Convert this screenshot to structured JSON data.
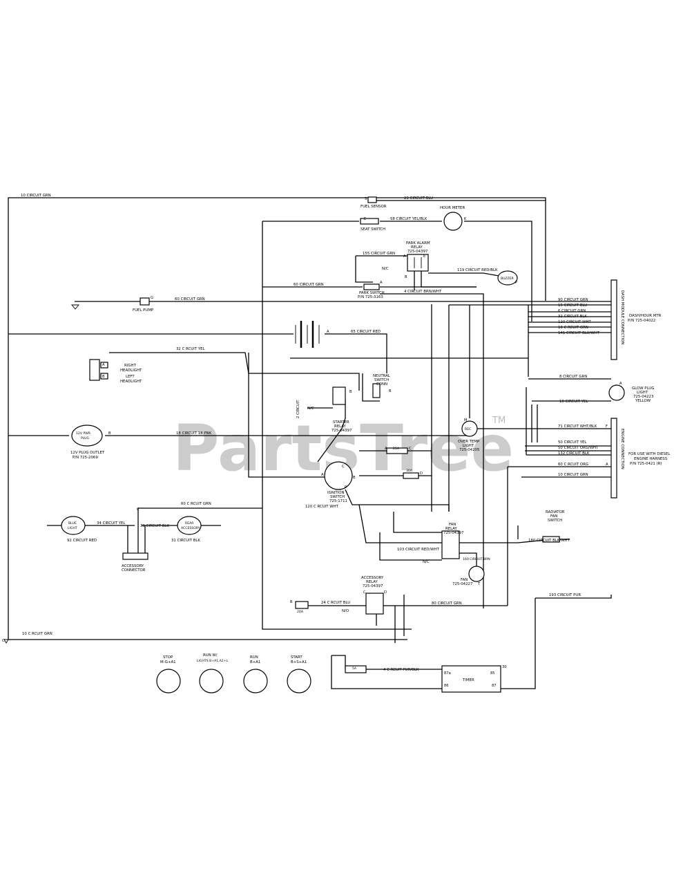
{
  "watermark": {
    "text": "PartsTree",
    "tm": "TM"
  },
  "wire_labels": {
    "w10_top": "10 CIRCUIT GRN",
    "w23": "23 CIRCUIT BLU",
    "w58": "58 CIRCUIT YEL/BLK",
    "w155": "155 CIRCUIT GRN",
    "w119": "119 CIRCUIT RED/BLK",
    "w60_park": "60 CIRCUIT GRN",
    "w4_brnwht": "4 CIRCUIT BRN/WHT",
    "w60_fuel": "60 CIRCUIT GRN",
    "w90": "90 CIRCUIT GRN",
    "w15": "15 CIRCUIT BLU",
    "w6": "6 CIRCUIT GRN",
    "w32_blk": "32 CIRCUIT BLK",
    "w120": "120 CIRCUIT WHT",
    "w10_grn_dash": "10 C RCUIT GRN",
    "w141": "141 CIRCUIT BLU/WHT",
    "w65": "65 CIRCUIT RED",
    "w32_yel": "32 C RCUIT YEL",
    "w8_glow": "8 CIRCUIT GRN",
    "w10_glow": "10 CIRCUIT YEL",
    "w2_circuit": "2 CIRCUIT",
    "w18": "18 CIRCUIT 18 PNK",
    "w71": "71 CIRCUIT WHT/BLK",
    "w50_yel": "50 CIRCUIT YEL",
    "w50_org": "50 CIRCUIT ORG/WHT",
    "w132": "132 CIRCUIT BLK",
    "w60_eng": "60 C RCUIT ORG",
    "w10_eng": "10 CIRCUIT GRN",
    "w60_acc": "60 C RCUIT GRN",
    "w34": "34 CIRCUIT YEL",
    "w30": "30 CIRCUIT BLK",
    "w92": "92 CIRCUIT RED",
    "w31": "31 CIRCUIT BLK",
    "w120_start": "120 C RCUIT WHT",
    "w180": "180 CIRCUIT BLK/WHT",
    "w103": "103 CIRCUIT RED/WHT",
    "w160": "160 CIRCUIT BRN",
    "w193": "193 CIRCUIT PUR",
    "w24": "24 C RCUIT BLU",
    "w80": "80 CIRCUIT GRN",
    "w10_bottom": "10 C RCUIT GRN",
    "w4_pur": "4 C RCUIT PUR/BLK"
  },
  "components": {
    "fuel_sensor": "FUEL SENSOR",
    "fuel_pump": "FUEL PUMP",
    "seat_switch": "SEAT SWITCH",
    "hour_meter": "HOUR METER",
    "park_alarm_1": "PARK ALARM",
    "park_alarm_2": "RELAY",
    "park_alarm_3": "725-04397",
    "park_sw_1": "PARK SWITCH",
    "park_sw_2": "P/N 725-3163",
    "buzzer": "BUZZER",
    "dash_conn": "DASH MODULE CONNECTION",
    "dash_hm_1": "DASH/HOUR MTR",
    "dash_hm_2": "P/N 725-04022",
    "right_hl_1": "RIGHT",
    "right_hl_2": "HEADLIGHT",
    "left_hl_1": "LEFT",
    "left_hl_2": "HEADLIGHT",
    "neutral_1": "NEUTRAL",
    "neutral_2": "SWITCH",
    "neutral_3": "CONN",
    "starter_1": "STARTER",
    "starter_2": "RELAY",
    "starter_3": "725-04397",
    "glow_1": "GLOW PLUG",
    "glow_2": "LIGHT",
    "glow_3": "725-04223",
    "glow_4": "YELLOW",
    "power_plug_1": "12V PWR",
    "power_plug_2": "PLUG",
    "power_plug_3": "12V PLUG OUTLET",
    "power_plug_4": "P/N 725-2069",
    "overtemp_1": "OVER TEMP",
    "overtemp_2": "LIGHT",
    "overtemp_3": "725-04205",
    "rec": "REC",
    "engine_conn": "ENGINE CONNECTION",
    "diesel_1": "FOR USE WITH DIESEL",
    "diesel_2": "ENGINE HARNESS",
    "diesel_3": "P/N 725-0421 (R)",
    "ign_1": "IGNITION",
    "ign_2": "SWITCH",
    "ign_3": "725-1711",
    "fuse_25a": "25A",
    "fuse_30a": "30A",
    "fuse_20a": "20A",
    "fuse_5a": "5A",
    "rad_fan_1": "RADIATOR",
    "rad_fan_2": "FAN",
    "rad_fan_3": "SWITCH",
    "fan_relay_1": "FAN",
    "fan_relay_2": "RELAY",
    "fan_relay_3": "725-04397",
    "fan_1": "FAN",
    "fan_2": "725-04227",
    "acc_relay_1": "ACCESSORY",
    "acc_relay_2": "RELAY",
    "acc_relay_3": "725-04397",
    "blue_light_1": "BLUE",
    "blue_light_2": "LIGHT",
    "rear_acc_1": "REAR",
    "rear_acc_2": "ACCESSORY",
    "acc_conn_1": "ACCESSORY",
    "acc_conn_2": "CONNECTOR",
    "timer": "TIMER",
    "nc": "N/C",
    "no": "N/O"
  },
  "pin_letters": {
    "s": "S",
    "e": "E",
    "k": "K",
    "a": "A",
    "b": "B",
    "c": "C",
    "d": "D",
    "f": "F",
    "g": "G",
    "p": "P",
    "m": "M",
    "l": "L",
    "t": "T",
    "n30": "30",
    "n85": "85",
    "n86": "86",
    "n87": "87",
    "n87a": "87a"
  },
  "switch_positions": [
    {
      "title": "STOP",
      "sub": "M-G+A1"
    },
    {
      "title": "RUN W/",
      "sub": "LIGHTS B+A1,A2+L"
    },
    {
      "title": "RUN",
      "sub": "B+A1"
    },
    {
      "title": "START",
      "sub": "B+S+A1"
    }
  ]
}
